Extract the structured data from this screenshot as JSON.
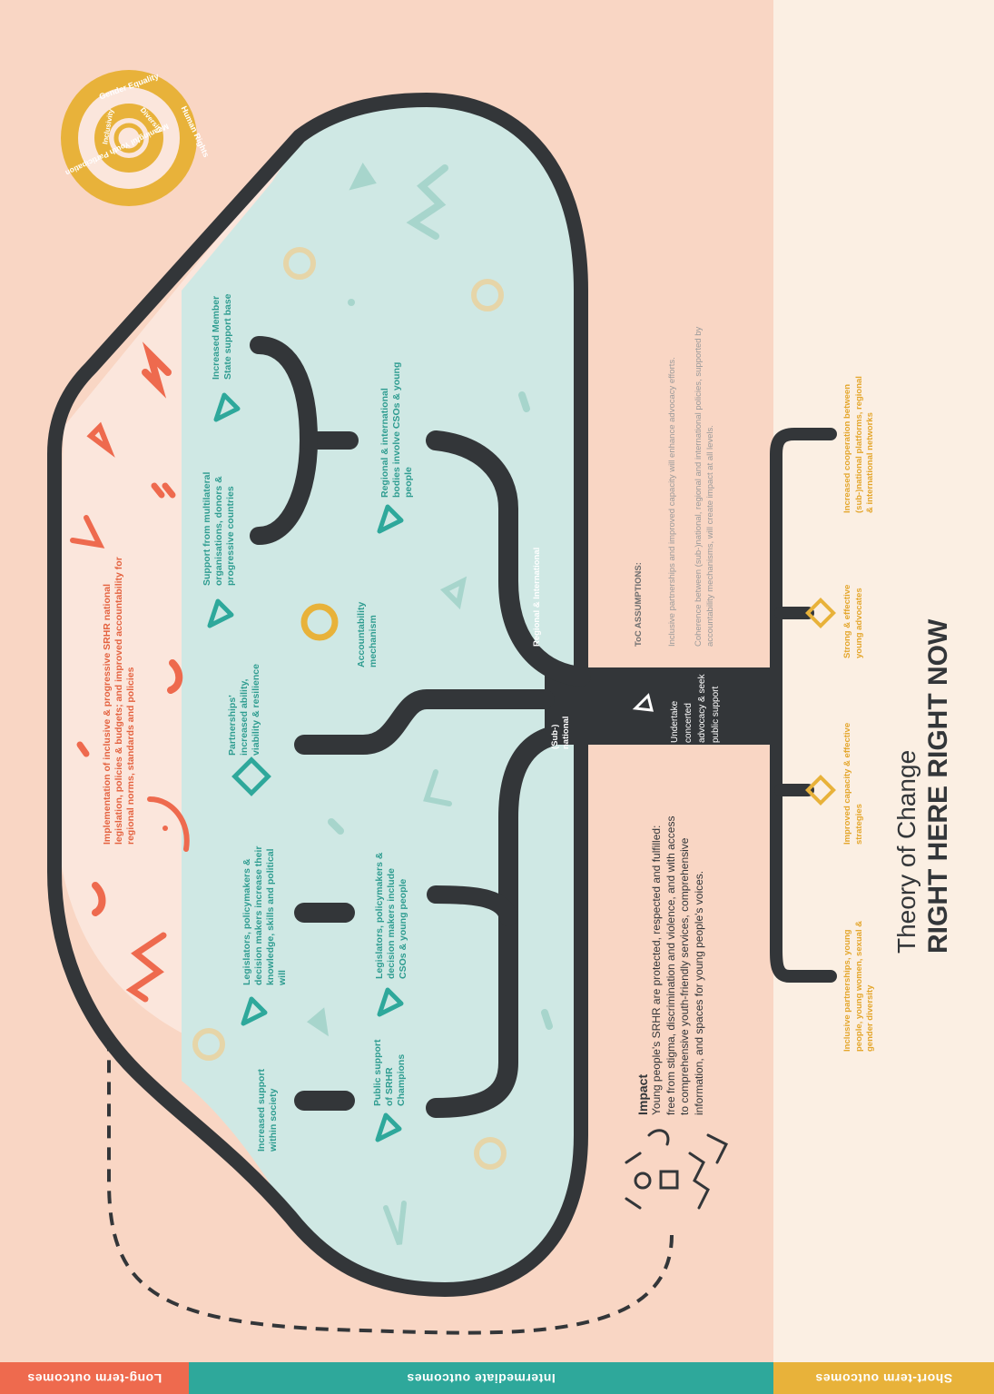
{
  "footer": {
    "long_term": "Long-term outcomes",
    "intermediate": "Intermediate outcomes",
    "short_term": "Short-term outcomes"
  },
  "title": {
    "line1": "Theory of Change",
    "line2": "RIGHT HERE RIGHT NOW"
  },
  "badge": {
    "outer": [
      "Gender Equality",
      "Human Rights",
      "Meaningful Youth Participation"
    ],
    "inner": [
      "Diversity",
      "Inclusivity"
    ]
  },
  "long_term": {
    "outcome": "Implementation of inclusive & progressive SRHR national legislation, policies & budgets; and improved accountability for regional norms, standards and policies"
  },
  "intermediate": {
    "societal_support": "Increased support within society",
    "champions": "Public support of SRHR Champions",
    "legislators_capacity": "Legislators, policymakers & decision makers increase their knowledge, skills and political will",
    "legislators_include": "Legislators, policymakers & decision makers include CSOs & young people",
    "partnerships": "Partnerships' increased ability, viability & resilience",
    "accountability": "Accountability mechanism",
    "multilateral": "Support from multilateral organisations, donors & progressive countries",
    "member_state": "Increased Member State support base",
    "regional_bodies": "Regional & international bodies involve CSOs & young people"
  },
  "branches": {
    "subnational": "(Sub-) national",
    "regional": "Regional & International",
    "core": "Undertake concerted advocacy & seek public support"
  },
  "assumptions": {
    "heading": "ToC ASSUMPTIONS:",
    "items": [
      "Inclusive partnerships and improved capacity will enhance advocacy efforts.",
      "Coherence between (sub-)national, regional and international policies, supported by accountability mechanisms, will create impact at all levels."
    ]
  },
  "short_term": {
    "partnerships": "Inclusive partnerships, young people, young women, sexual & gender diversity",
    "capacity": "Improved capacity & effective strategies",
    "advocates": "Strong & effective young advocates",
    "cooperation": "Increased cooperation between (sub-)national platforms, regional & international networks"
  },
  "impact": {
    "heading": "Impact",
    "text": "Young people's SRHR are protected, respected and fulfilled: free from stigma, discrimination and violence, and with access to comprehensive youth-friendly services, comprehensive information, and spaces for young people's voices."
  },
  "colors": {
    "background": "#f9d6c4",
    "blob": "#cfe8e4",
    "outline": "#333639",
    "teal": "#2ea89b",
    "orange": "#ee6a4e",
    "yellow": "#e8b23a",
    "cream": "#fbefe3"
  }
}
